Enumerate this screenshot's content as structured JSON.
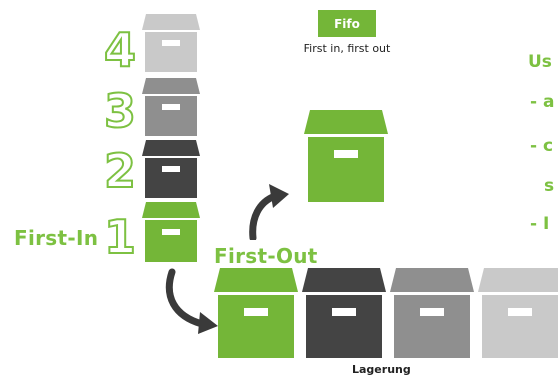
{
  "header": {
    "badge": "Fifo",
    "subtitle": "First in, first out"
  },
  "stack": {
    "numbers": [
      "4",
      "3",
      "2",
      "1"
    ],
    "colors": [
      "#c9c9c9",
      "#8f8f8f",
      "#444444",
      "#74b638"
    ]
  },
  "labels": {
    "first_in": "First-In",
    "first_out": "First-Out",
    "storage": "Lagerung"
  },
  "storage_row_colors": [
    "#74b638",
    "#444444",
    "#8f8f8f",
    "#c9c9c9"
  ],
  "side_text": {
    "line1": "Us",
    "line2": "- a",
    "line3": "- c",
    "line4": "s",
    "line5": "- I"
  },
  "colors": {
    "accent": "#74b638"
  }
}
